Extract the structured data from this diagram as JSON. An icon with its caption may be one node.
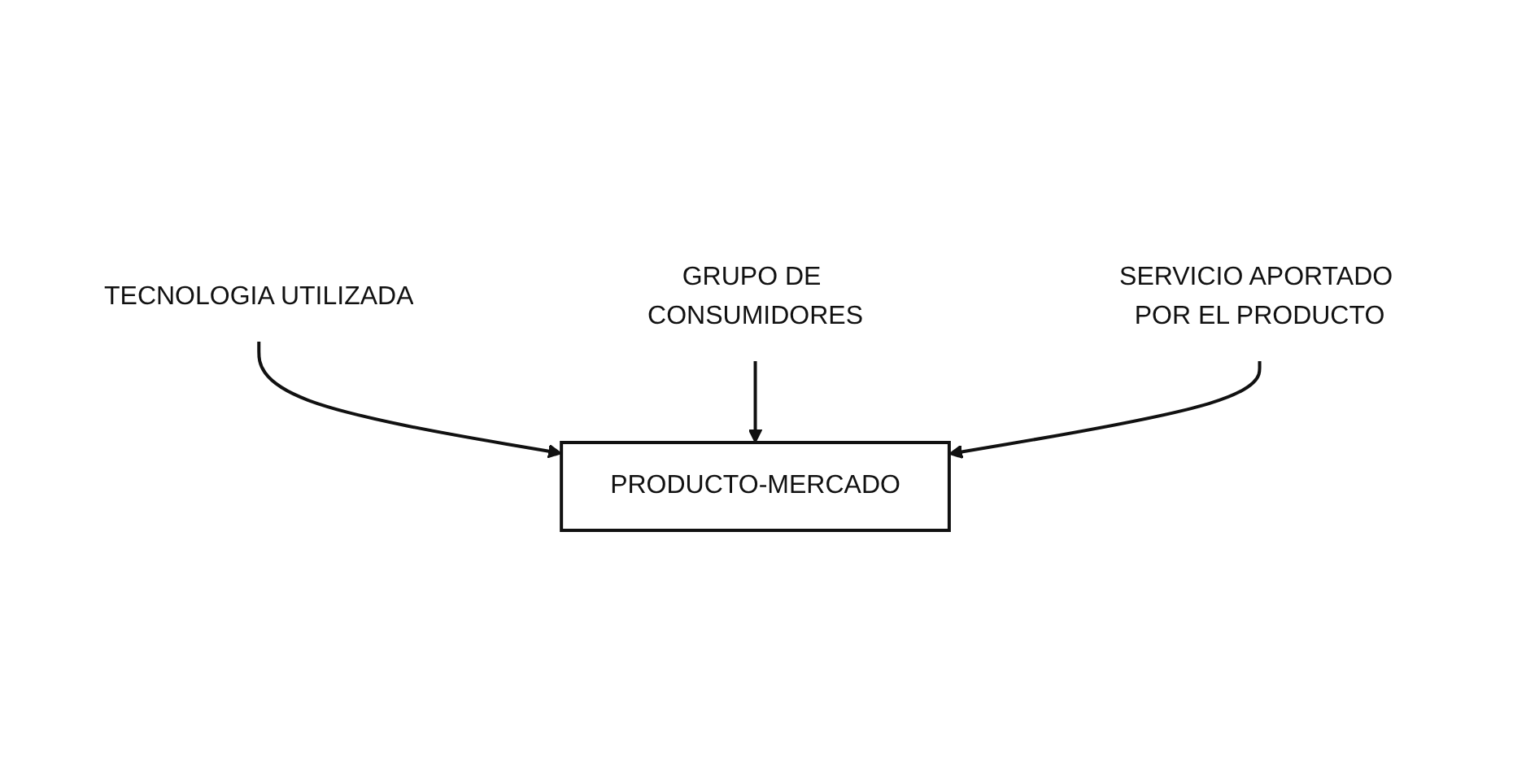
{
  "diagram": {
    "nodes": [
      {
        "text": [
          "TECNOLOGIA UTILIZADA"
        ]
      },
      {
        "text": [
          "PRODUCTO-MERCADO"
        ]
      },
      {
        "text": [
          "GRUPO DE CONSUMIDORES"
        ]
      },
      {
        "text": [
          "SERVICIO APORTADO POR EL PRODUCTO"
        ]
      }
    ],
    "edges": [
      {
        "from": 0,
        "to": 1,
        "arrow": "to"
      },
      {
        "from": 2,
        "to": 1,
        "arrow": "to"
      },
      {
        "from": 3,
        "to": 1,
        "arrow": "to"
      }
    ]
  }
}
